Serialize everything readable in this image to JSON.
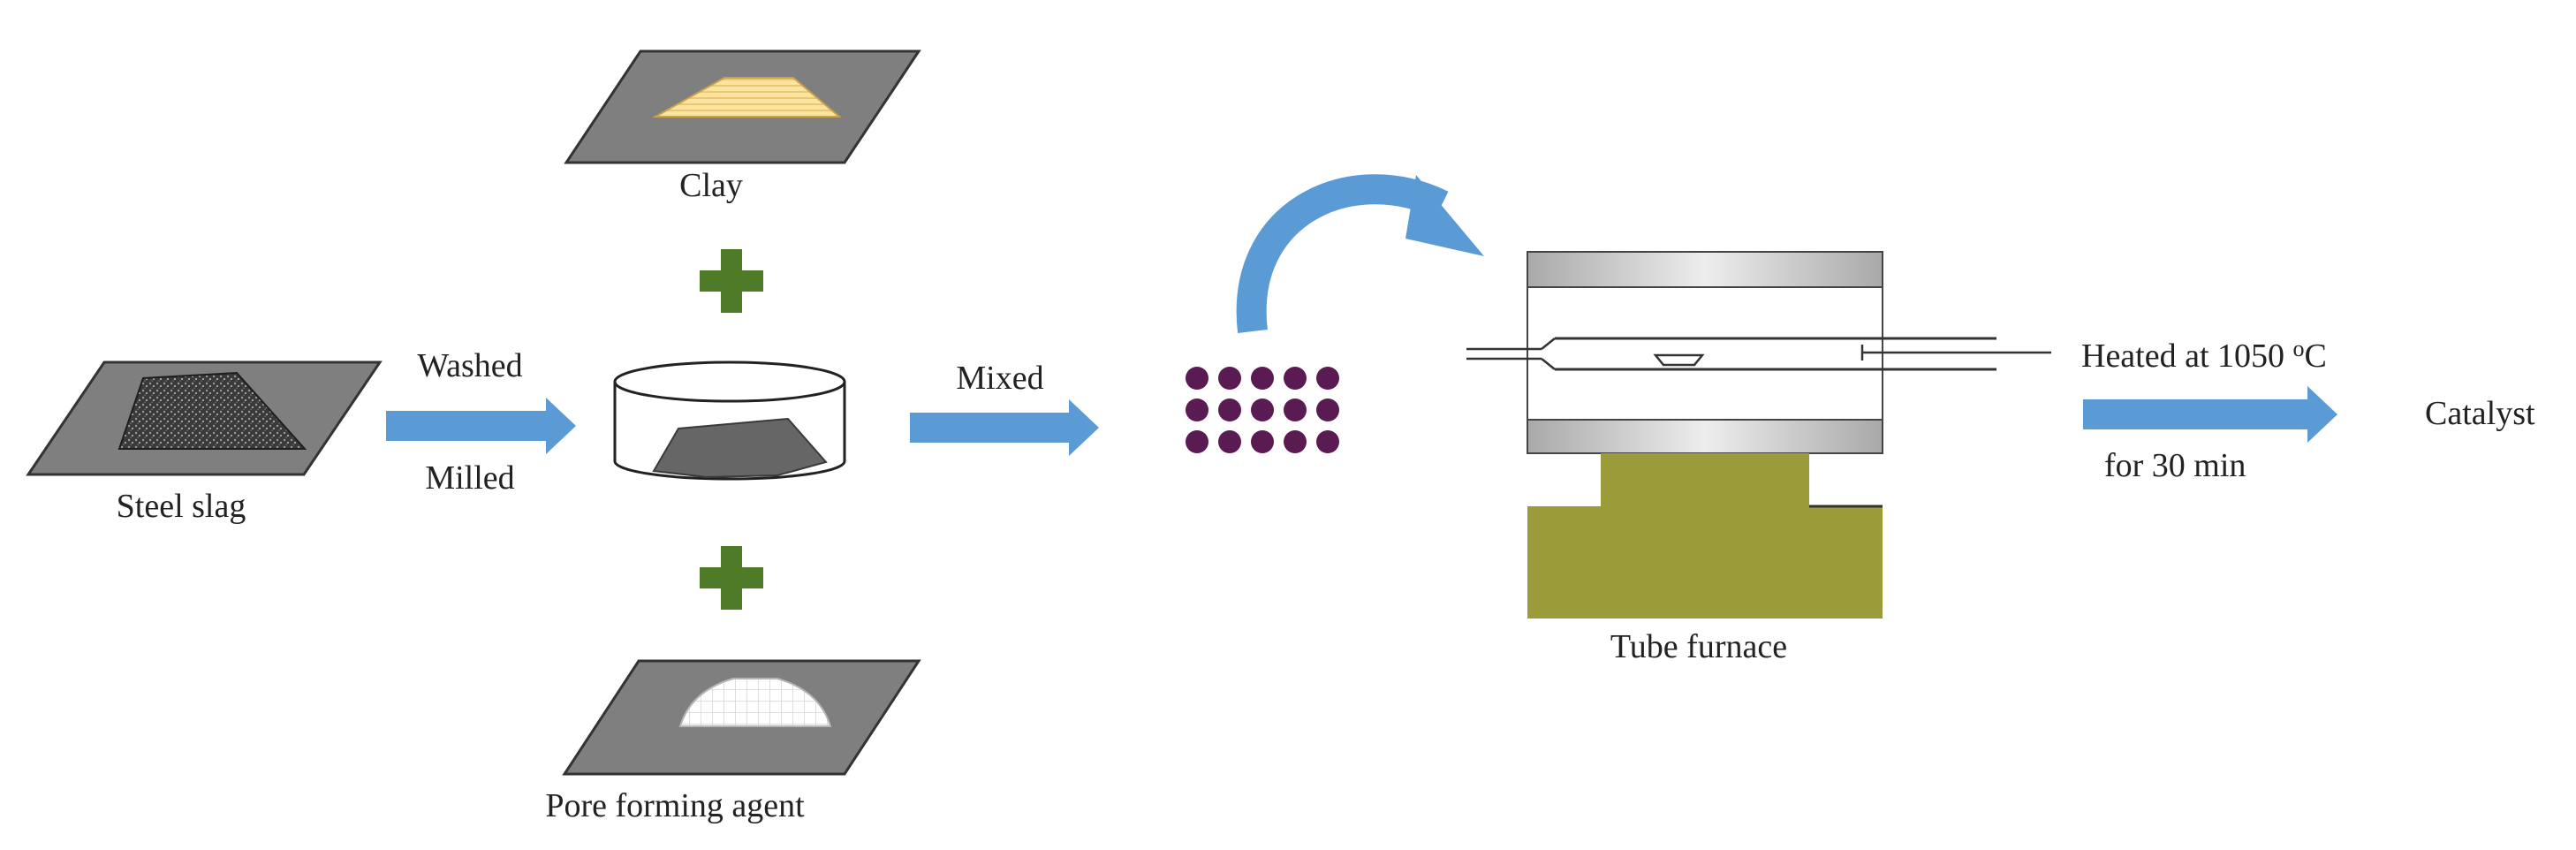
{
  "labels": {
    "steel_slag": "Steel slag",
    "clay": "Clay",
    "pore_forming_agent": "Pore forming agent",
    "washed": "Washed",
    "milled": "Milled",
    "mixed": "Mixed",
    "tube_furnace": "Tube furnace",
    "heated_prefix": "Heated at 1050 ",
    "degree_mark": "o",
    "heated_unit": "C",
    "duration": "for 30 min",
    "catalyst": "Catalyst"
  },
  "pellets": {
    "rows": 3,
    "columns": 5
  },
  "colors": {
    "arrow_blue": "#5b9bd5",
    "plus_green": "#4f7a28",
    "plate_gray": "#7f7f7f",
    "slag_dark": "#3a3a3a",
    "clay_yellow": "#fbe3a0",
    "pellet_purple": "#5a1a52",
    "furnace_base": "#9b9b3a",
    "mixture_gray": "#666666"
  }
}
